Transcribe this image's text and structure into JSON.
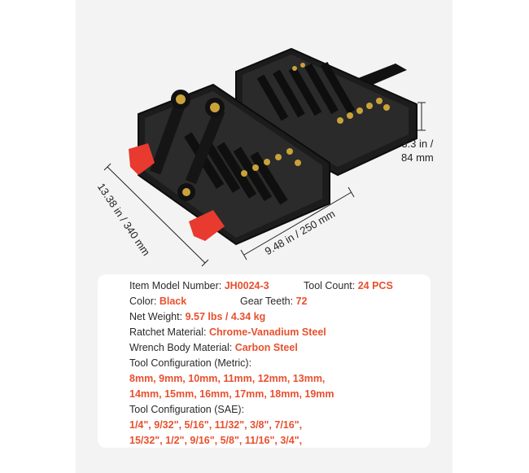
{
  "dimensions": {
    "height_line1": "3.3 in /",
    "height_line2": "84 mm",
    "length": "13.38 in / 340 mm",
    "width": "9.48 in / 250 mm"
  },
  "colors": {
    "accent": "#e8502e",
    "case": "#1b1b1b",
    "latch": "#e83a2e",
    "brass": "#c9a23a"
  },
  "specs": {
    "model_label": "Item Model Number: ",
    "model_value": "JH0024-3",
    "count_label": "Tool Count: ",
    "count_value": "24 PCS",
    "color_label": "Color: ",
    "color_value": "Black",
    "teeth_label": "Gear Teeth: ",
    "teeth_value": "72",
    "weight_label": "Net Weight: ",
    "weight_value": "9.57 lbs / 4.34 kg",
    "ratchet_label": "Ratchet Material: ",
    "ratchet_value": "Chrome-Vanadium Steel",
    "body_label": "Wrench Body Material: ",
    "body_value": "Carbon Steel",
    "metric_label": "Tool Configuration (Metric):",
    "metric_line1": "8mm, 9mm, 10mm, 11mm, 12mm, 13mm,",
    "metric_line2": "14mm, 15mm, 16mm, 17mm, 18mm, 19mm",
    "sae_label": "Tool Configuration (SAE):",
    "sae_line1": "1/4\", 9/32\", 5/16\", 11/32\", 3/8\", 7/16\",",
    "sae_line2": "15/32\", 1/2\", 9/16\", 5/8\", 11/16\", 3/4\","
  }
}
